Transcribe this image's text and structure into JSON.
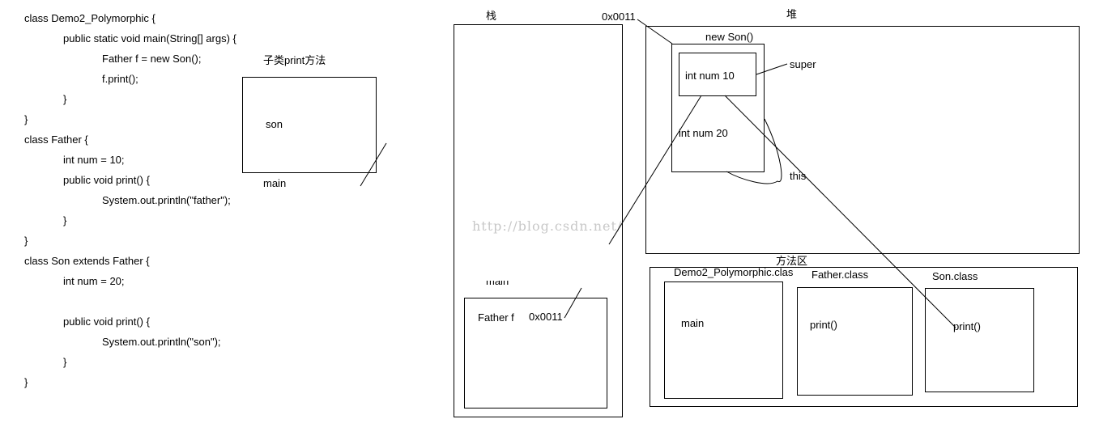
{
  "code": [
    {
      "indent": 0,
      "text": "class Demo2_Polymorphic {"
    },
    {
      "indent": 1,
      "text": "public static void main(String[] args) {"
    },
    {
      "indent": 2,
      "text": "Father f = new Son();"
    },
    {
      "indent": 2,
      "text": "f.print();"
    },
    {
      "indent": 1,
      "text": "}"
    },
    {
      "indent": 0,
      "text": "}"
    },
    {
      "indent": 0,
      "text": "class Father {"
    },
    {
      "indent": 1,
      "text": "int num = 10;"
    },
    {
      "indent": 1,
      "text": "public void print() {"
    },
    {
      "indent": 2,
      "text": "System.out.println(\"father\");"
    },
    {
      "indent": 1,
      "text": "}"
    },
    {
      "indent": 0,
      "text": "}"
    },
    {
      "indent": 0,
      "text": "class Son extends Father {"
    },
    {
      "indent": 1,
      "text": "int num = 20;"
    },
    {
      "indent": 1,
      "text": ""
    },
    {
      "indent": 1,
      "text": "public void print() {"
    },
    {
      "indent": 2,
      "text": "System.out.println(\"son\");"
    },
    {
      "indent": 1,
      "text": "}"
    },
    {
      "indent": 0,
      "text": "}"
    }
  ],
  "subclass_frame": {
    "caption": "子类print方法",
    "content": "son",
    "below_label": "main"
  },
  "stack": {
    "title": "栈",
    "main_frame_label": "main",
    "variable": "Father f",
    "address": "0x0011"
  },
  "heap": {
    "title": "堆",
    "address": "0x0011",
    "object_label": "new Son()",
    "father_field": "int num 10",
    "son_field": "int num 20",
    "super_label": "super",
    "this_label": "this"
  },
  "method_area": {
    "title": "方法区",
    "classes": [
      {
        "name": "Demo2_Polymorphic.clas",
        "method": "main"
      },
      {
        "name": "Father.class",
        "method": "print()"
      },
      {
        "name": "Son.class",
        "method": "print()"
      }
    ]
  },
  "watermark": "http://blog.csdn.net/"
}
